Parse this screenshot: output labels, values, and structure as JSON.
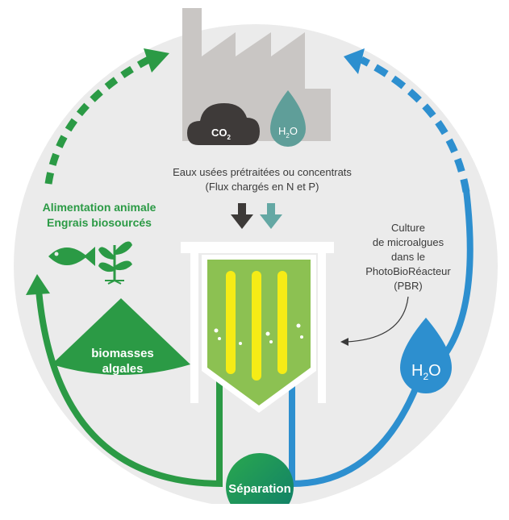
{
  "factory": {
    "co2_main": "CO",
    "co2_sub": "2",
    "h2o_h": "H",
    "h2o_sub": "2",
    "h2o_o": "O"
  },
  "inputs": {
    "line1": "Eaux usées prétraitées ou concentrats",
    "line2": "(Flux chargés en N et P)"
  },
  "uses": {
    "line1": "Alimentation animale",
    "line2": "Engrais biosourcés"
  },
  "pbr": {
    "line1": "Culture",
    "line2": "de microalgues",
    "line3": "dans le",
    "line4": "PhotoBioRéacteur",
    "line5": "(PBR)"
  },
  "biomass": {
    "line1": "biomasses",
    "line2": "algales"
  },
  "water_drop": {
    "h": "H",
    "sub": "2",
    "o": "O"
  },
  "separation": "Séparation",
  "colors": {
    "background_circle": "#ebebeb",
    "factory": "#c9c6c4",
    "co2_cloud": "#3e3a39",
    "h2o_drop_small": "#5f9e99",
    "green": "#2b9a45",
    "blue": "#2d8fcf",
    "reactor_green": "#8cc152",
    "tube_yellow": "#f5ec16",
    "separation_green": "#1a9158",
    "dark_arrow": "#3d3a38",
    "teal_arrow": "#64a8a4",
    "text_dark": "#3a3a3a"
  },
  "icons": [
    "factory-icon",
    "co2-cloud-icon",
    "water-drop-icon",
    "fish-icon",
    "plant-icon",
    "photobioreactor-icon"
  ]
}
